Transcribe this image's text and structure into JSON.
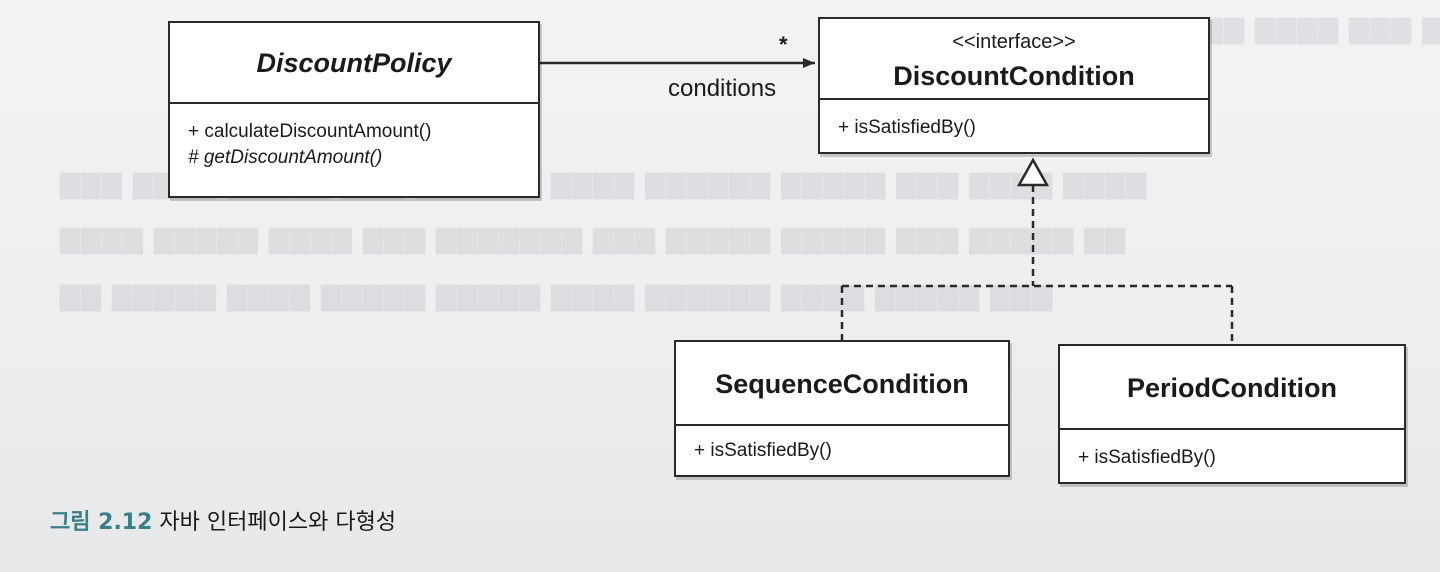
{
  "diagram": {
    "policy": {
      "name": "DiscountPolicy",
      "ops": [
        "+ calculateDiscountAmount()",
        "# getDiscountAmount()"
      ]
    },
    "condition": {
      "stereotype": "<<interface>>",
      "name": "DiscountCondition",
      "ops": [
        "+ isSatisfiedBy()"
      ]
    },
    "sequence": {
      "name": "SequenceCondition",
      "ops": [
        "+ isSatisfiedBy()"
      ]
    },
    "period": {
      "name": "PeriodCondition",
      "ops": [
        "+ isSatisfiedBy()"
      ]
    },
    "association": {
      "role": "conditions",
      "multiplicity": "*"
    }
  },
  "caption": {
    "number": "그림 2.12",
    "text": "자바 인터페이스와 다형성"
  },
  "colors": {
    "caption_accent": "#3a7f86",
    "line": "#2a2a2a",
    "paper": "#eceef0"
  }
}
